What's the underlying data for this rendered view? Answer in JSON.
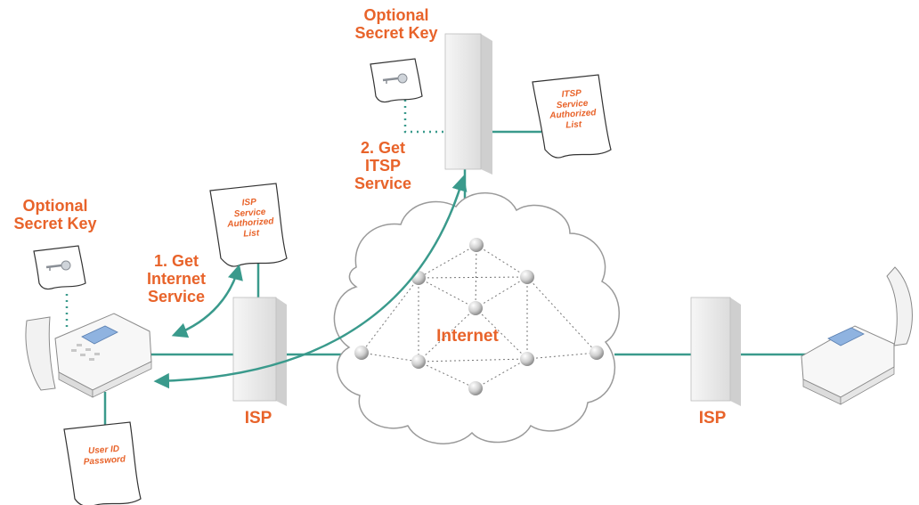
{
  "colors": {
    "accent": "#e8632a",
    "link": "#3a9a8c",
    "cloud_stroke": "#9a9a9a",
    "server_fill": "#eeeeee"
  },
  "labels": {
    "optional_key_top": [
      "Optional",
      "Secret Key"
    ],
    "optional_key_left": [
      "Optional",
      "Secret Key"
    ],
    "step1": [
      "1. Get",
      "Internet",
      "Service"
    ],
    "step2": [
      "2. Get",
      "ITSP",
      "Service"
    ],
    "internet": "Internet",
    "isp_left": "ISP",
    "isp_right": "ISP"
  },
  "documents": {
    "itsp_list": [
      "ITSP",
      "Service",
      "Authorized",
      "List"
    ],
    "isp_list": [
      "ISP",
      "Service",
      "Authorized",
      "List"
    ],
    "user_creds": [
      "User ID",
      "Password"
    ]
  },
  "icons": {
    "key": "key-icon",
    "phone": "ip-phone-icon",
    "server": "server-tower-icon",
    "router": "router-node-icon"
  }
}
